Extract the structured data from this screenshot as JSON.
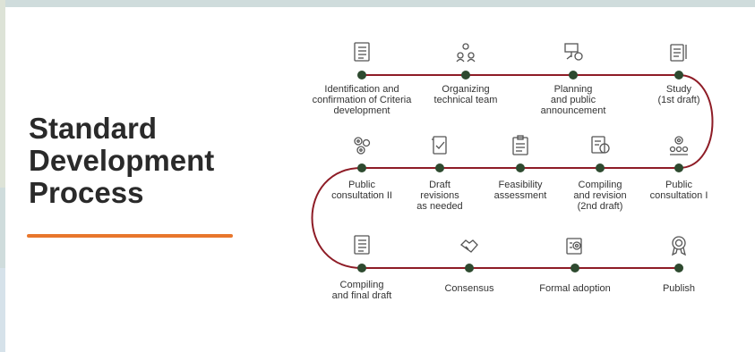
{
  "title": "Standard\nDevelopment\nProcess",
  "colors": {
    "connector": "#8e1c26",
    "node": "#2e4a2f",
    "accent": "#e8762c",
    "icon": "#555555"
  },
  "steps": [
    {
      "label": "Identification and\nconfirmation of Criteria\ndevelopment",
      "icon": "document-list-icon"
    },
    {
      "label": "Organizing\ntechnical team",
      "icon": "team-icon"
    },
    {
      "label": "Planning\nand public\nannouncement",
      "icon": "planning-icon"
    },
    {
      "label": "Study\n(1st draft)",
      "icon": "notepad-pencil-icon"
    },
    {
      "label": "Public\nconsultation I",
      "icon": "people-gear-icon"
    },
    {
      "label": "Compiling\nand revision\n(2nd draft)",
      "icon": "compile-icon"
    },
    {
      "label": "Feasibility\nassessment",
      "icon": "clipboard-icon"
    },
    {
      "label": "Draft\nrevisions\nas needed",
      "icon": "revision-icon"
    },
    {
      "label": "Public\nconsultation II",
      "icon": "gears-icon"
    },
    {
      "label": "Compiling\nand final draft",
      "icon": "checklist-icon"
    },
    {
      "label": "Consensus",
      "icon": "handshake-icon"
    },
    {
      "label": "Formal adoption",
      "icon": "target-board-icon"
    },
    {
      "label": "Publish",
      "icon": "award-icon"
    }
  ]
}
